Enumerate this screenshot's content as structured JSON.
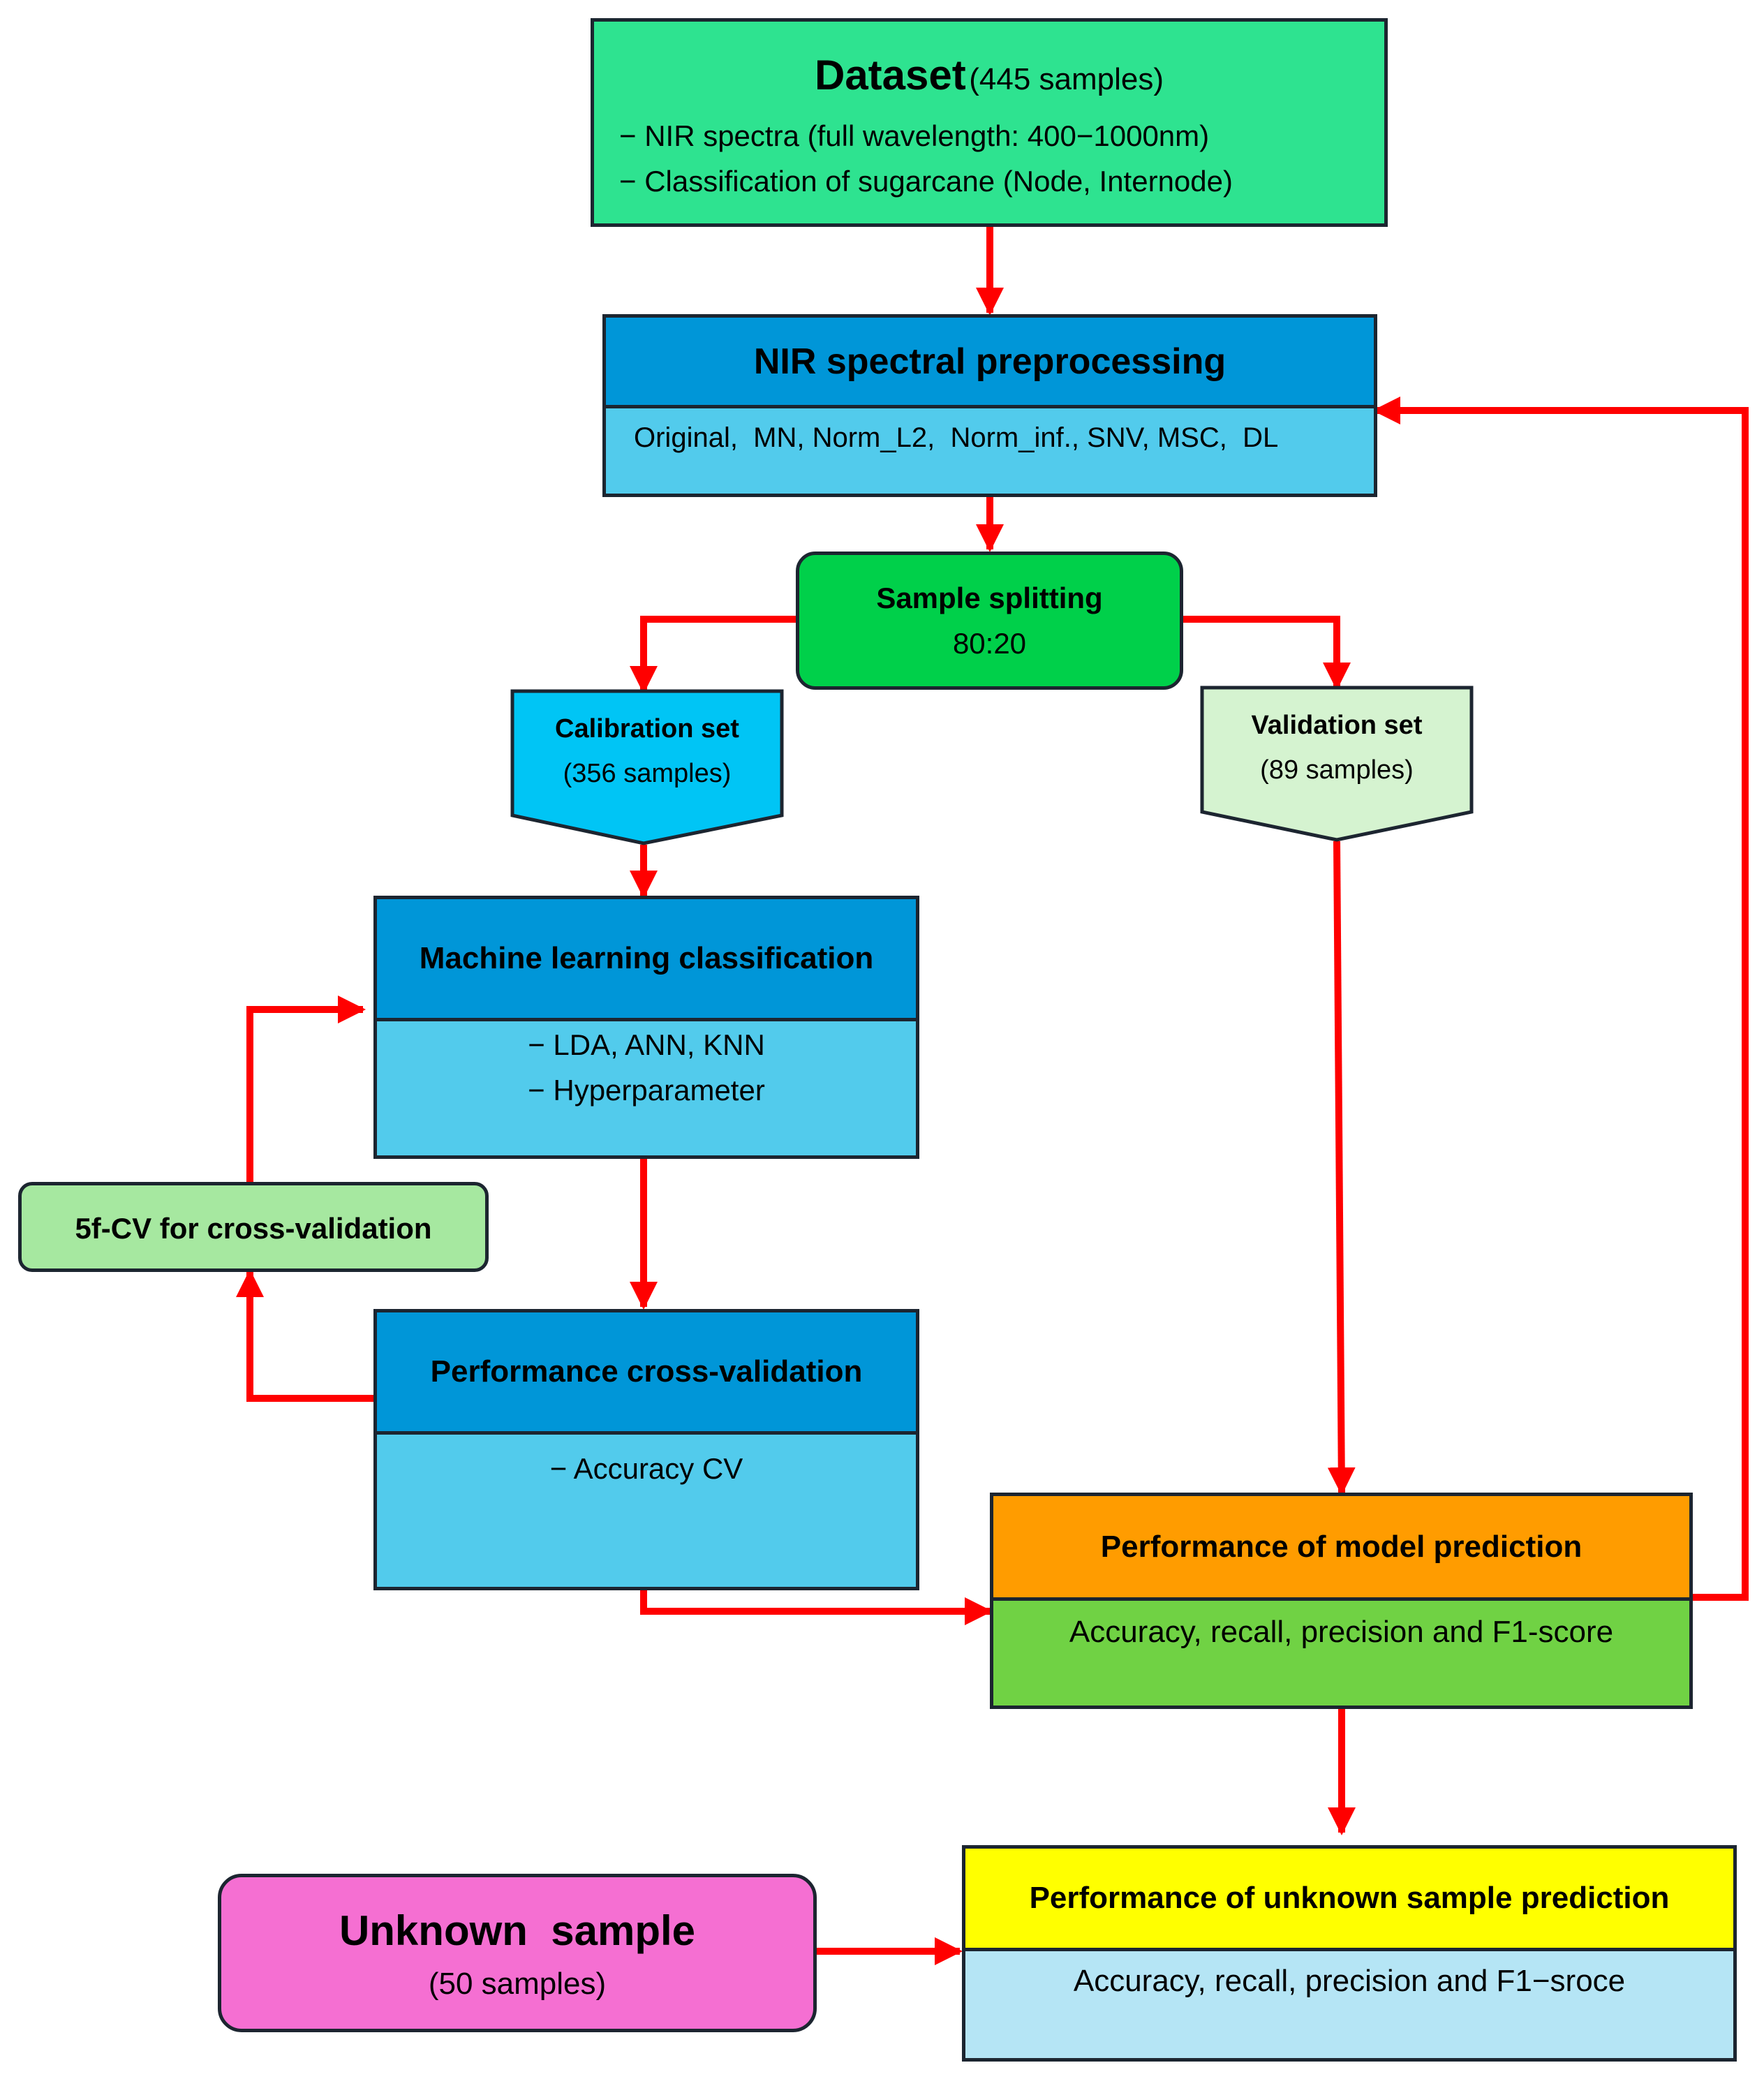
{
  "dataset": {
    "title": "Dataset",
    "count": "(445 samples)",
    "lines": [
      "− NIR spectra (full wavelength: 400−1000nm)",
      "− Classification of sugarcane (Node, Internode)"
    ],
    "color": "#2ee390"
  },
  "preprocessing": {
    "title": "NIR spectral preprocessing",
    "methods": "Original,  MN, Norm_L2,  Norm_inf., SNV, MSC,  DL",
    "header_color": "#0096d8",
    "body_color": "#52cbec"
  },
  "splitting": {
    "title": "Sample splitting",
    "ratio": "80:20",
    "color": "#00d04a"
  },
  "calibration": {
    "title": "Calibration set",
    "count": "(356 samples)",
    "color": "#00c5f5"
  },
  "validation": {
    "title": "Validation set",
    "count": "(89 samples)",
    "color": "#d5f3d0"
  },
  "ml": {
    "title": "Machine learning classification",
    "lines": [
      "− LDA, ANN, KNN",
      "− Hyperparameter"
    ]
  },
  "cv_loop": {
    "label": "5f-CV for cross-validation",
    "color": "#a6e8a0"
  },
  "perf_cv": {
    "title": "Performance cross-validation",
    "lines": [
      "− Accuracy CV"
    ]
  },
  "model_pred": {
    "title": "Performance of model prediction",
    "metrics": "Accuracy, recall, precision and F1-score",
    "header_color": "#ff9c00",
    "body_color": "#70d244"
  },
  "unknown": {
    "title": "Unknown  sample",
    "count": "(50 samples)",
    "color": "#f56fd2"
  },
  "unknown_pred": {
    "title": "Performance of unknown sample prediction",
    "metrics": "Accuracy, recall, precision and F1−sroce",
    "header_color": "#ffff00",
    "body_color": "#b5e5f5"
  },
  "arrow_color": "#ff0000"
}
